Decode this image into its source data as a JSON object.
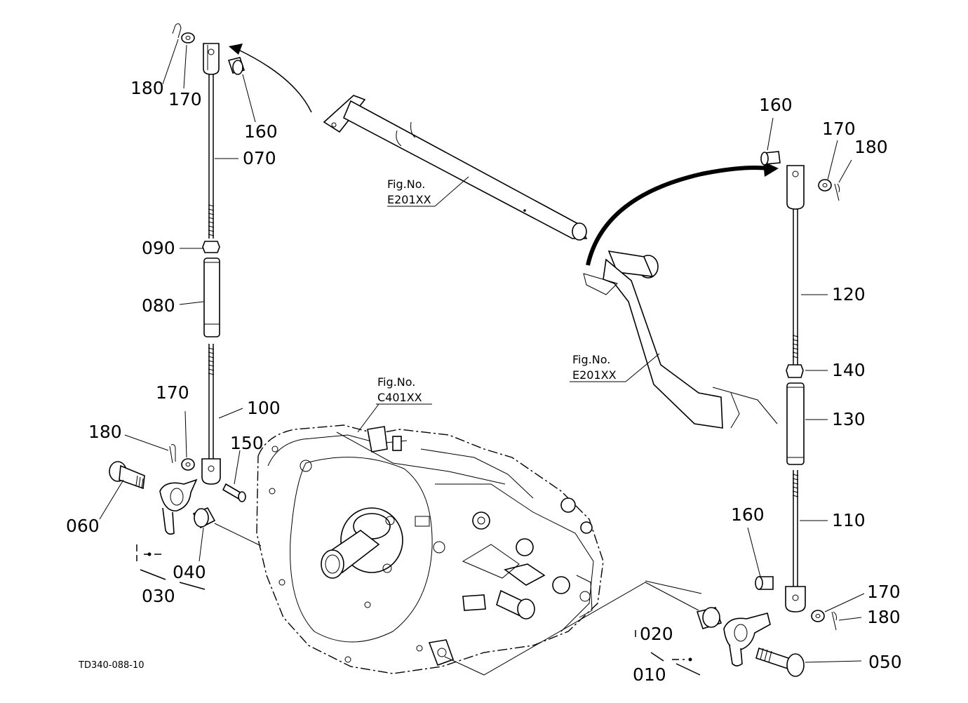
{
  "labels": {
    "p180_tl": "180",
    "p170_tl": "170",
    "p160_tl": "160",
    "p070": "070",
    "p090": "090",
    "p080": "080",
    "p170_ml": "170",
    "p100": "100",
    "p180_ml": "180",
    "p150": "150",
    "p060": "060",
    "p040": "040",
    "p030": "030",
    "p160_tr": "160",
    "p170_tr": "170",
    "p180_tr": "180",
    "p120": "120",
    "p140": "140",
    "p130": "130",
    "p110": "110",
    "p160_br": "160",
    "p170_br": "170",
    "p180_br": "180",
    "p020": "020",
    "p010": "010",
    "p050": "050"
  },
  "fig_refs": {
    "shaft": {
      "caption": "Fig.No.",
      "code": "E201XX"
    },
    "pedal": {
      "caption": "Fig.No.",
      "code": "E201XX"
    },
    "transmission": {
      "caption": "Fig.No.",
      "code": "C401XX"
    }
  },
  "drawing_code": "TD340-088-10"
}
